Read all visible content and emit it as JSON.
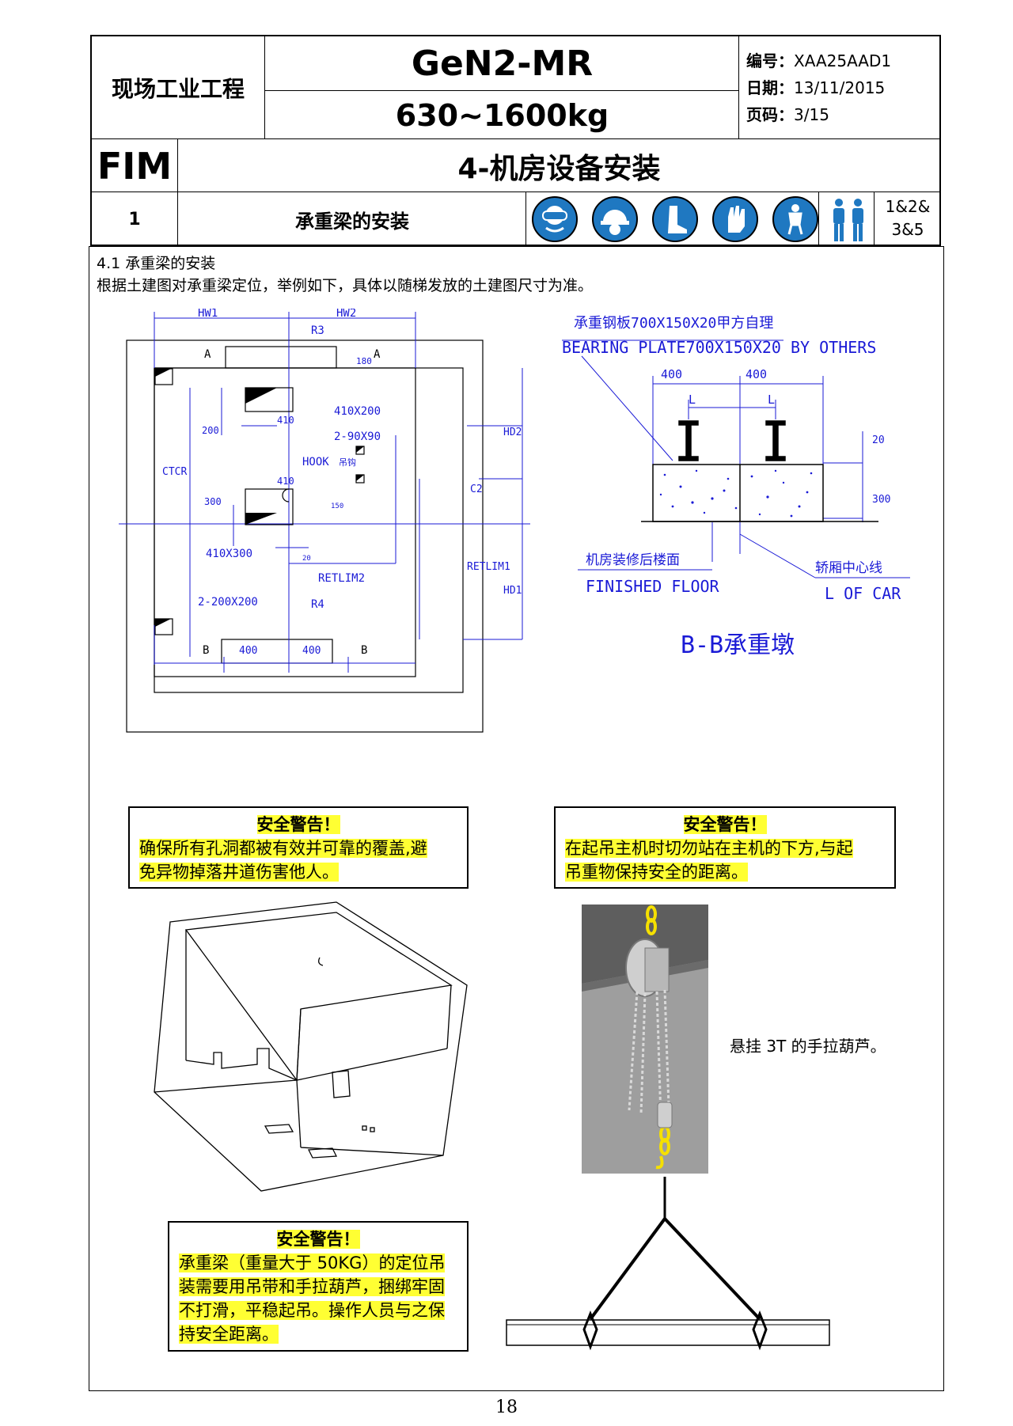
{
  "header": {
    "company": "现场工业工程",
    "product": "GeN2-MR",
    "capacity": "630~1600kg",
    "number_label": "编号：",
    "number_value": "XAA25AAD1",
    "date_label": "日期：",
    "date_value": "13/11/2015",
    "page_label": "页码：",
    "page_value": "3/15",
    "fim": "FIM",
    "section_title": "4-机房设备安装",
    "step_no": "1",
    "step_title": "承重梁的安装",
    "persons_line1": "1&2&",
    "persons_line2": "3&5"
  },
  "intro": {
    "heading": "4.1 承重梁的安装",
    "text": "根据土建图对承重梁定位，举例如下，具体以随梯发放的土建图尺寸为准。"
  },
  "plan_labels": {
    "hw1": "HW1",
    "hw2": "HW2",
    "r3": "R3",
    "a_left": "A",
    "a_right": "A",
    "dim180": "180",
    "hole410x200": "410X200",
    "dim200": "200",
    "dim410a": "410",
    "holes2_90": "2-90X90",
    "hook": "HOOK",
    "hook_cn": "吊钩",
    "ctcr": "CTCR",
    "dim300": "300",
    "dim410b": "410",
    "dim150": "150",
    "c2": "C2",
    "hd2": "HD2",
    "hole410x300": "410X300",
    "dim20": "20",
    "retlim1": "RETLIM1",
    "hd1": "HD1",
    "retlim2": "RETLIM2",
    "holes2_200": "2-200X200",
    "r4": "R4",
    "b_left": "B",
    "dim400a": "400",
    "dim400b": "400",
    "b_right": "B"
  },
  "section_labels": {
    "plate_cn": "承重钢板700X150X20甲方自理",
    "plate_en": "BEARING PLATE700X150X20 BY OTHERS",
    "dim400a": "400",
    "dim400b": "400",
    "l_a": "L",
    "l_b": "L",
    "dim20": "20",
    "dim300": "300",
    "floor_cn": "机房装修后楼面",
    "floor_en": "FINISHED FLOOR",
    "car_cn": "轿厢中心线",
    "car_en": "L OF CAR",
    "title": "B-B承重墩"
  },
  "warnings": [
    {
      "title": "安全警告！",
      "lines": [
        "确保所有孔洞都被有效并可靠的覆盖,避",
        "免异物掉落井道伤害他人。"
      ]
    },
    {
      "title": "安全警告！",
      "lines": [
        "在起吊主机时切勿站在主机的下方,与起",
        "吊重物保持安全的距离。"
      ]
    },
    {
      "title": "安全警告！",
      "lines": [
        "承重梁（重量大于 50KG）的定位吊",
        "装需要用吊带和手拉葫芦，捆绑牢固",
        "不打滑，平稳起吊。操作人员与之保",
        "持安全距离。"
      ]
    }
  ],
  "hoist_caption": "悬挂 3T 的手拉葫芦。",
  "page_number": "18",
  "colors": {
    "drawing_blue": "#1a1ad6",
    "ppe_blue": "#1f78c1",
    "highlight": "#ffff33"
  }
}
